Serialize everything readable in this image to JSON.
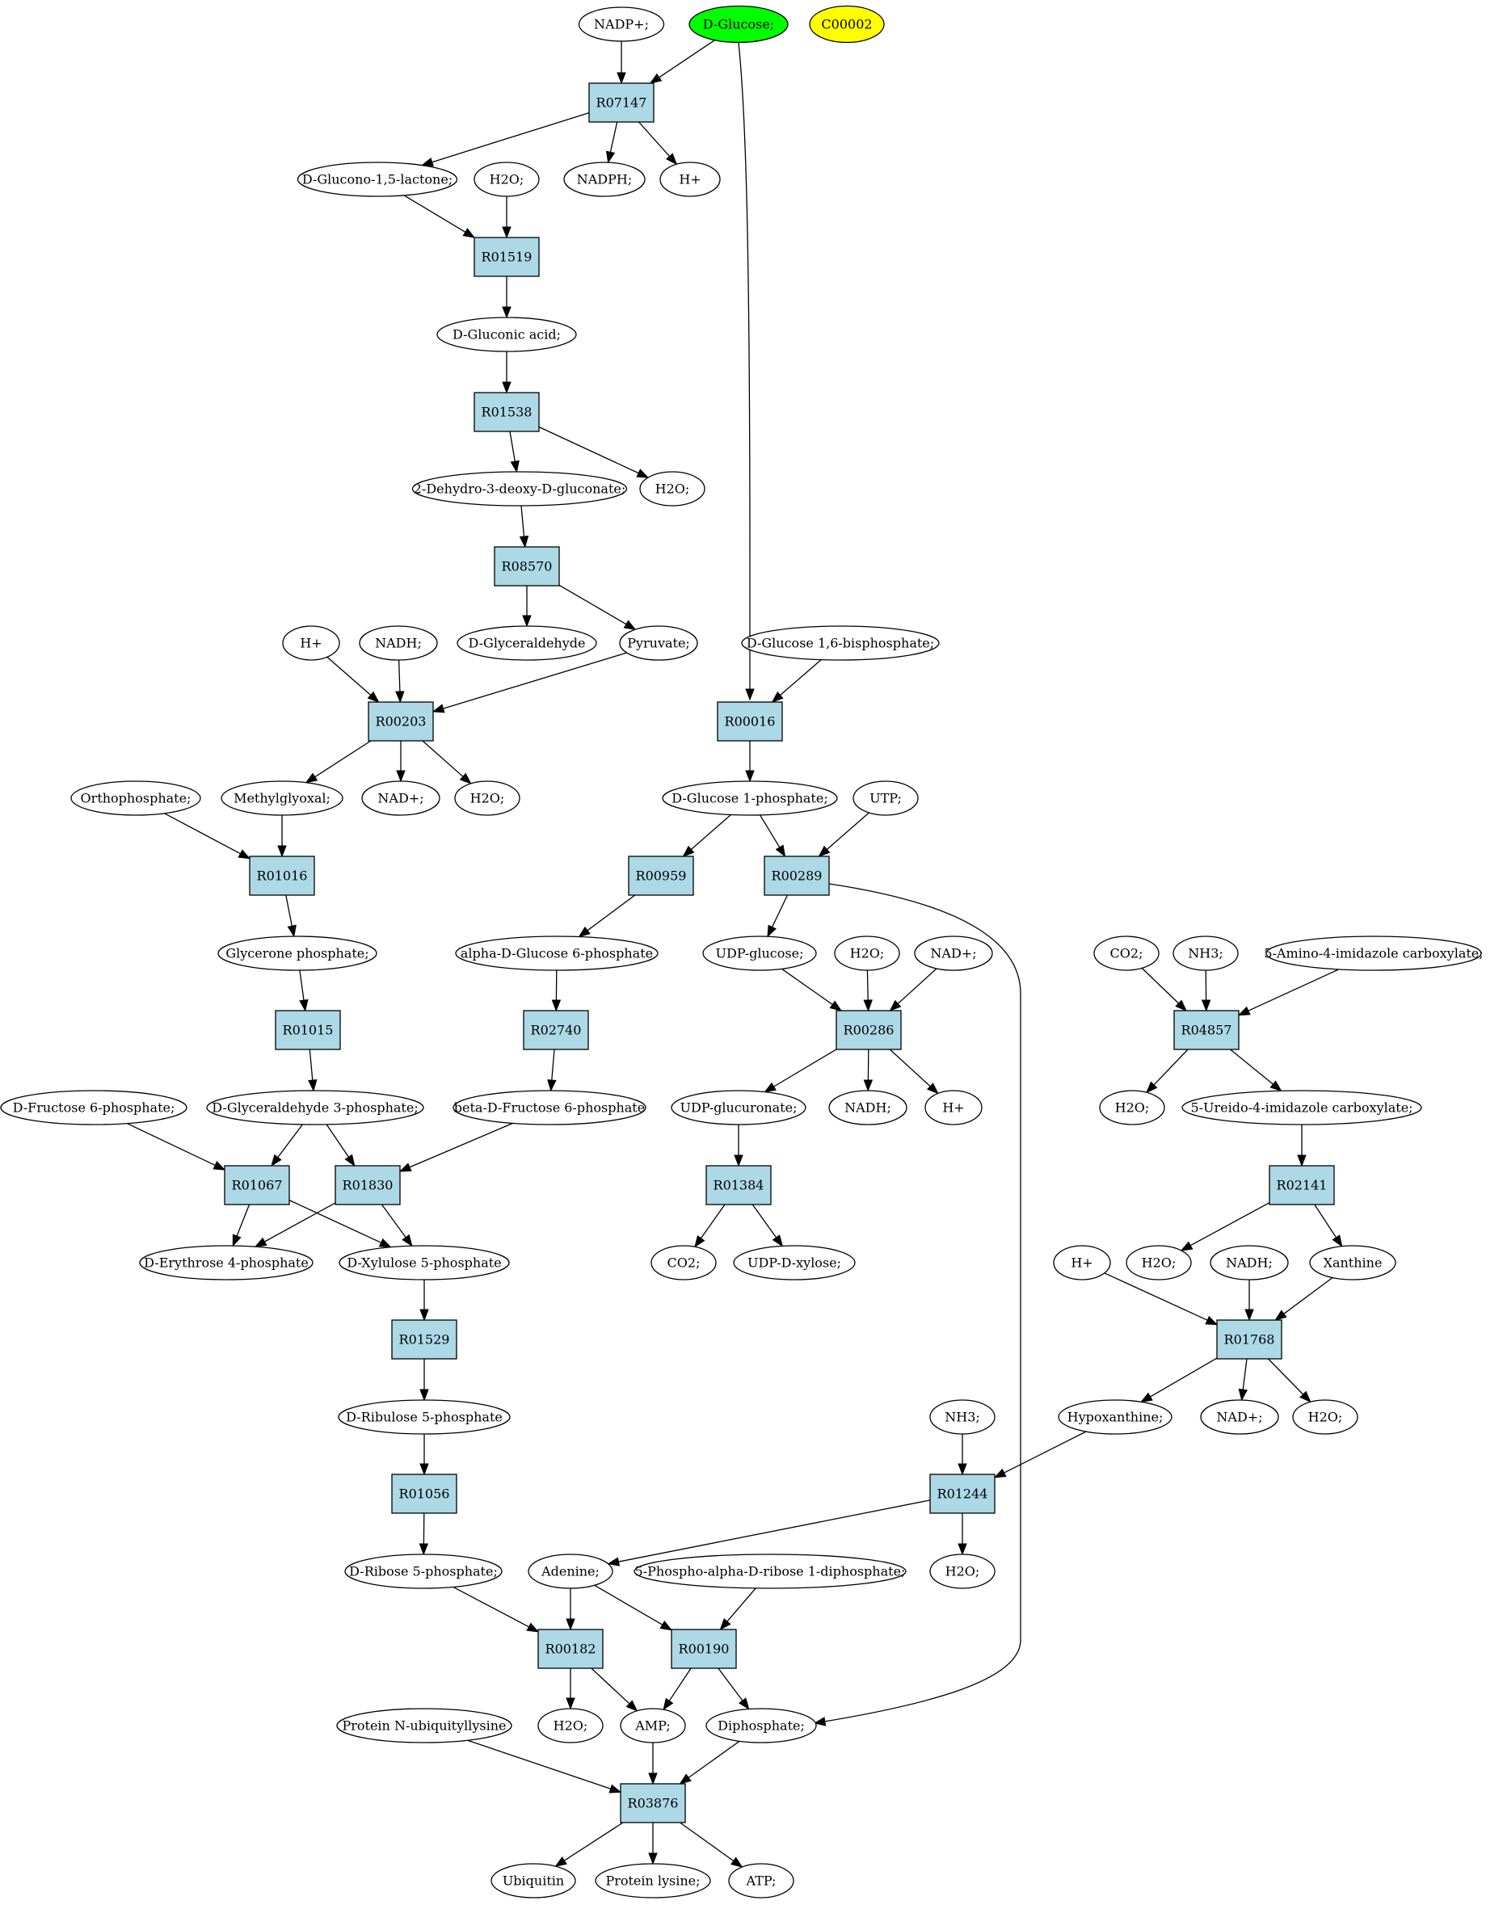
{
  "colors": {
    "background": "#ffffff",
    "compound_fill": "#ffffff",
    "reaction_fill": "#add8e6",
    "highlight_green": "#00ff00",
    "highlight_yellow": "#ffff00",
    "line": "#000000"
  },
  "nodes": [
    {
      "id": "n_nadpplus",
      "label": "NADP+;",
      "kind": "compound"
    },
    {
      "id": "n_dglucose",
      "label": "D-Glucose;",
      "kind": "compound",
      "fill": "green"
    },
    {
      "id": "n_c00002",
      "label": "C00002",
      "kind": "compound",
      "fill": "yellow"
    },
    {
      "id": "r_R07147",
      "label": "R07147",
      "kind": "reaction"
    },
    {
      "id": "n_glucono",
      "label": "D-Glucono-1,5-lactone;",
      "kind": "compound"
    },
    {
      "id": "n_h2o_a",
      "label": "H2O;",
      "kind": "compound"
    },
    {
      "id": "n_nadph",
      "label": "NADPH;",
      "kind": "compound"
    },
    {
      "id": "n_hplus_a",
      "label": "H+",
      "kind": "compound"
    },
    {
      "id": "r_R01519",
      "label": "R01519",
      "kind": "reaction"
    },
    {
      "id": "n_gluconic",
      "label": "D-Gluconic acid;",
      "kind": "compound"
    },
    {
      "id": "r_R01538",
      "label": "R01538",
      "kind": "reaction"
    },
    {
      "id": "n_dehydro",
      "label": "2-Dehydro-3-deoxy-D-gluconate;",
      "kind": "compound"
    },
    {
      "id": "n_h2o_b",
      "label": "H2O;",
      "kind": "compound"
    },
    {
      "id": "r_R08570",
      "label": "R08570",
      "kind": "reaction"
    },
    {
      "id": "n_glyceraldehyde",
      "label": "D-Glyceraldehyde",
      "kind": "compound"
    },
    {
      "id": "n_pyruvate",
      "label": "Pyruvate;",
      "kind": "compound"
    },
    {
      "id": "n_hplus_b",
      "label": "H+",
      "kind": "compound"
    },
    {
      "id": "n_nadh_a",
      "label": "NADH;",
      "kind": "compound"
    },
    {
      "id": "n_g16bp",
      "label": "D-Glucose 1,6-bisphosphate;",
      "kind": "compound"
    },
    {
      "id": "r_R00203",
      "label": "R00203",
      "kind": "reaction"
    },
    {
      "id": "r_R00016",
      "label": "R00016",
      "kind": "reaction"
    },
    {
      "id": "n_orthophosphate",
      "label": "Orthophosphate;",
      "kind": "compound"
    },
    {
      "id": "n_methylglyoxal",
      "label": "Methylglyoxal;",
      "kind": "compound"
    },
    {
      "id": "n_nadplus_a",
      "label": "NAD+;",
      "kind": "compound"
    },
    {
      "id": "n_h2o_c",
      "label": "H2O;",
      "kind": "compound"
    },
    {
      "id": "n_g1p",
      "label": "D-Glucose 1-phosphate;",
      "kind": "compound"
    },
    {
      "id": "n_utp",
      "label": "UTP;",
      "kind": "compound"
    },
    {
      "id": "r_R01016",
      "label": "R01016",
      "kind": "reaction"
    },
    {
      "id": "r_R00959",
      "label": "R00959",
      "kind": "reaction"
    },
    {
      "id": "r_R00289",
      "label": "R00289",
      "kind": "reaction"
    },
    {
      "id": "n_glycerone",
      "label": "Glycerone phosphate;",
      "kind": "compound"
    },
    {
      "id": "n_ag6p",
      "label": "alpha-D-Glucose 6-phosphate",
      "kind": "compound"
    },
    {
      "id": "n_udpglucose",
      "label": "UDP-glucose;",
      "kind": "compound"
    },
    {
      "id": "n_h2o_d",
      "label": "H2O;",
      "kind": "compound"
    },
    {
      "id": "n_nadplus_b",
      "label": "NAD+;",
      "kind": "compound"
    },
    {
      "id": "n_co2_a",
      "label": "CO2;",
      "kind": "compound"
    },
    {
      "id": "n_nh3_a",
      "label": "NH3;",
      "kind": "compound"
    },
    {
      "id": "n_aic",
      "label": "5-Amino-4-imidazole carboxylate;",
      "kind": "compound"
    },
    {
      "id": "r_R01015",
      "label": "R01015",
      "kind": "reaction"
    },
    {
      "id": "r_R02740",
      "label": "R02740",
      "kind": "reaction"
    },
    {
      "id": "r_R00286",
      "label": "R00286",
      "kind": "reaction"
    },
    {
      "id": "r_R04857",
      "label": "R04857",
      "kind": "reaction"
    },
    {
      "id": "n_f6p",
      "label": "D-Fructose 6-phosphate;",
      "kind": "compound"
    },
    {
      "id": "n_g3p",
      "label": "D-Glyceraldehyde 3-phosphate;",
      "kind": "compound"
    },
    {
      "id": "n_bf6p",
      "label": "beta-D-Fructose 6-phosphate",
      "kind": "compound"
    },
    {
      "id": "n_udpglucuronate",
      "label": "UDP-glucuronate;",
      "kind": "compound"
    },
    {
      "id": "n_nadh_b",
      "label": "NADH;",
      "kind": "compound"
    },
    {
      "id": "n_hplus_c",
      "label": "H+",
      "kind": "compound"
    },
    {
      "id": "n_h2o_e",
      "label": "H2O;",
      "kind": "compound"
    },
    {
      "id": "n_uic",
      "label": "5-Ureido-4-imidazole carboxylate;",
      "kind": "compound"
    },
    {
      "id": "r_R01067",
      "label": "R01067",
      "kind": "reaction"
    },
    {
      "id": "r_R01830",
      "label": "R01830",
      "kind": "reaction"
    },
    {
      "id": "r_R01384",
      "label": "R01384",
      "kind": "reaction"
    },
    {
      "id": "r_R02141",
      "label": "R02141",
      "kind": "reaction"
    },
    {
      "id": "n_e4p",
      "label": "D-Erythrose 4-phosphate",
      "kind": "compound"
    },
    {
      "id": "n_x5p",
      "label": "D-Xylulose 5-phosphate",
      "kind": "compound"
    },
    {
      "id": "n_co2_b",
      "label": "CO2;",
      "kind": "compound"
    },
    {
      "id": "n_udpxylose",
      "label": "UDP-D-xylose;",
      "kind": "compound"
    },
    {
      "id": "n_hplus_d",
      "label": "H+",
      "kind": "compound"
    },
    {
      "id": "n_h2o_f",
      "label": "H2O;",
      "kind": "compound"
    },
    {
      "id": "n_nadh_c",
      "label": "NADH;",
      "kind": "compound"
    },
    {
      "id": "n_xanthine",
      "label": "Xanthine",
      "kind": "compound"
    },
    {
      "id": "r_R01529",
      "label": "R01529",
      "kind": "reaction"
    },
    {
      "id": "r_R01768",
      "label": "R01768",
      "kind": "reaction"
    },
    {
      "id": "n_ru5p",
      "label": "D-Ribulose 5-phosphate",
      "kind": "compound"
    },
    {
      "id": "n_nh3_b",
      "label": "NH3;",
      "kind": "compound"
    },
    {
      "id": "n_hypoxanthine",
      "label": "Hypoxanthine;",
      "kind": "compound"
    },
    {
      "id": "n_nadplus_c",
      "label": "NAD+;",
      "kind": "compound"
    },
    {
      "id": "n_h2o_g",
      "label": "H2O;",
      "kind": "compound"
    },
    {
      "id": "r_R01056",
      "label": "R01056",
      "kind": "reaction"
    },
    {
      "id": "r_R01244",
      "label": "R01244",
      "kind": "reaction"
    },
    {
      "id": "n_r5p",
      "label": "D-Ribose 5-phosphate;",
      "kind": "compound"
    },
    {
      "id": "n_adenine",
      "label": "Adenine;",
      "kind": "compound"
    },
    {
      "id": "n_prpp",
      "label": "5-Phospho-alpha-D-ribose 1-diphosphate;",
      "kind": "compound"
    },
    {
      "id": "n_h2o_h",
      "label": "H2O;",
      "kind": "compound"
    },
    {
      "id": "r_R00182",
      "label": "R00182",
      "kind": "reaction"
    },
    {
      "id": "r_R00190",
      "label": "R00190",
      "kind": "reaction"
    },
    {
      "id": "n_protubq",
      "label": "Protein N-ubiquityllysine",
      "kind": "compound"
    },
    {
      "id": "n_h2o_i",
      "label": "H2O;",
      "kind": "compound"
    },
    {
      "id": "n_amp",
      "label": "AMP;",
      "kind": "compound"
    },
    {
      "id": "n_diphosphate",
      "label": "Diphosphate;",
      "kind": "compound"
    },
    {
      "id": "r_R03876",
      "label": "R03876",
      "kind": "reaction"
    },
    {
      "id": "n_ubiquitin",
      "label": "Ubiquitin",
      "kind": "compound"
    },
    {
      "id": "n_proteinlysine",
      "label": "Protein lysine;",
      "kind": "compound"
    },
    {
      "id": "n_atp",
      "label": "ATP;",
      "kind": "compound"
    }
  ],
  "edges": [
    {
      "from": "n_nadpplus",
      "to": "r_R07147"
    },
    {
      "from": "n_dglucose",
      "to": "r_R07147"
    },
    {
      "from": "r_R07147",
      "to": "n_glucono"
    },
    {
      "from": "r_R07147",
      "to": "n_nadph"
    },
    {
      "from": "r_R07147",
      "to": "n_hplus_a"
    },
    {
      "from": "n_glucono",
      "to": "r_R01519"
    },
    {
      "from": "n_h2o_a",
      "to": "r_R01519"
    },
    {
      "from": "r_R01519",
      "to": "n_gluconic"
    },
    {
      "from": "n_gluconic",
      "to": "r_R01538"
    },
    {
      "from": "r_R01538",
      "to": "n_dehydro"
    },
    {
      "from": "r_R01538",
      "to": "n_h2o_b"
    },
    {
      "from": "n_dehydro",
      "to": "r_R08570"
    },
    {
      "from": "r_R08570",
      "to": "n_glyceraldehyde"
    },
    {
      "from": "r_R08570",
      "to": "n_pyruvate"
    },
    {
      "from": "n_hplus_b",
      "to": "r_R00203"
    },
    {
      "from": "n_nadh_a",
      "to": "r_R00203"
    },
    {
      "from": "n_pyruvate",
      "to": "r_R00203"
    },
    {
      "from": "r_R00203",
      "to": "n_methylglyoxal"
    },
    {
      "from": "r_R00203",
      "to": "n_nadplus_a"
    },
    {
      "from": "r_R00203",
      "to": "n_h2o_c"
    },
    {
      "from": "n_dglucose",
      "to": "r_R00016"
    },
    {
      "from": "n_g16bp",
      "to": "r_R00016"
    },
    {
      "from": "r_R00016",
      "to": "n_g1p"
    },
    {
      "from": "n_orthophosphate",
      "to": "r_R01016"
    },
    {
      "from": "n_methylglyoxal",
      "to": "r_R01016"
    },
    {
      "from": "r_R01016",
      "to": "n_glycerone"
    },
    {
      "from": "n_g1p",
      "to": "r_R00959"
    },
    {
      "from": "n_g1p",
      "to": "r_R00289"
    },
    {
      "from": "n_utp",
      "to": "r_R00289"
    },
    {
      "from": "r_R00959",
      "to": "n_ag6p"
    },
    {
      "from": "r_R00289",
      "to": "n_udpglucose"
    },
    {
      "from": "r_R00289",
      "to": "n_diphosphate"
    },
    {
      "from": "n_glycerone",
      "to": "r_R01015"
    },
    {
      "from": "n_ag6p",
      "to": "r_R02740"
    },
    {
      "from": "n_udpglucose",
      "to": "r_R00286"
    },
    {
      "from": "n_h2o_d",
      "to": "r_R00286"
    },
    {
      "from": "n_nadplus_b",
      "to": "r_R00286"
    },
    {
      "from": "n_co2_a",
      "to": "r_R04857"
    },
    {
      "from": "n_nh3_a",
      "to": "r_R04857"
    },
    {
      "from": "n_aic",
      "to": "r_R04857"
    },
    {
      "from": "r_R01015",
      "to": "n_g3p"
    },
    {
      "from": "r_R02740",
      "to": "n_bf6p"
    },
    {
      "from": "r_R00286",
      "to": "n_udpglucuronate"
    },
    {
      "from": "r_R00286",
      "to": "n_nadh_b"
    },
    {
      "from": "r_R00286",
      "to": "n_hplus_c"
    },
    {
      "from": "r_R04857",
      "to": "n_h2o_e"
    },
    {
      "from": "r_R04857",
      "to": "n_uic"
    },
    {
      "from": "n_f6p",
      "to": "r_R01067"
    },
    {
      "from": "n_g3p",
      "to": "r_R01067"
    },
    {
      "from": "n_g3p",
      "to": "r_R01830"
    },
    {
      "from": "n_bf6p",
      "to": "r_R01830"
    },
    {
      "from": "n_udpglucuronate",
      "to": "r_R01384"
    },
    {
      "from": "n_uic",
      "to": "r_R02141"
    },
    {
      "from": "r_R01067",
      "to": "n_e4p"
    },
    {
      "from": "r_R01067",
      "to": "n_x5p"
    },
    {
      "from": "r_R01830",
      "to": "n_e4p"
    },
    {
      "from": "r_R01830",
      "to": "n_x5p"
    },
    {
      "from": "r_R01384",
      "to": "n_co2_b"
    },
    {
      "from": "r_R01384",
      "to": "n_udpxylose"
    },
    {
      "from": "r_R02141",
      "to": "n_h2o_f"
    },
    {
      "from": "r_R02141",
      "to": "n_xanthine"
    },
    {
      "from": "n_x5p",
      "to": "r_R01529"
    },
    {
      "from": "n_hplus_d",
      "to": "r_R01768"
    },
    {
      "from": "n_nadh_c",
      "to": "r_R01768"
    },
    {
      "from": "n_xanthine",
      "to": "r_R01768"
    },
    {
      "from": "r_R01529",
      "to": "n_ru5p"
    },
    {
      "from": "r_R01768",
      "to": "n_hypoxanthine"
    },
    {
      "from": "r_R01768",
      "to": "n_nadplus_c"
    },
    {
      "from": "r_R01768",
      "to": "n_h2o_g"
    },
    {
      "from": "n_ru5p",
      "to": "r_R01056"
    },
    {
      "from": "n_nh3_b",
      "to": "r_R01244"
    },
    {
      "from": "n_hypoxanthine",
      "to": "r_R01244"
    },
    {
      "from": "r_R01056",
      "to": "n_r5p"
    },
    {
      "from": "r_R01244",
      "to": "n_adenine"
    },
    {
      "from": "r_R01244",
      "to": "n_h2o_h"
    },
    {
      "from": "n_r5p",
      "to": "r_R00182"
    },
    {
      "from": "n_adenine",
      "to": "r_R00182"
    },
    {
      "from": "n_adenine",
      "to": "r_R00190"
    },
    {
      "from": "n_prpp",
      "to": "r_R00190"
    },
    {
      "from": "r_R00182",
      "to": "n_h2o_i"
    },
    {
      "from": "r_R00182",
      "to": "n_amp"
    },
    {
      "from": "r_R00190",
      "to": "n_amp"
    },
    {
      "from": "r_R00190",
      "to": "n_diphosphate"
    },
    {
      "from": "n_protubq",
      "to": "r_R03876"
    },
    {
      "from": "n_amp",
      "to": "r_R03876"
    },
    {
      "from": "n_diphosphate",
      "to": "r_R03876"
    },
    {
      "from": "r_R03876",
      "to": "n_ubiquitin"
    },
    {
      "from": "r_R03876",
      "to": "n_proteinlysine"
    },
    {
      "from": "r_R03876",
      "to": "n_atp"
    }
  ]
}
